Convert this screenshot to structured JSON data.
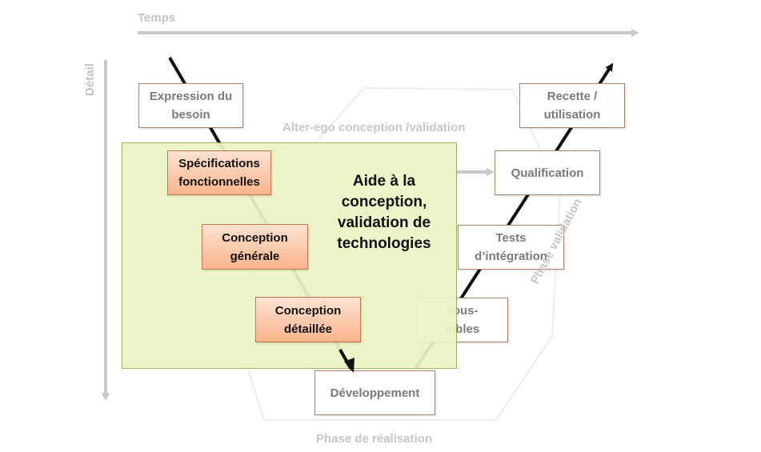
{
  "axes": {
    "time_label": "Temps",
    "detail_label": "Détail"
  },
  "phases": {
    "alter_ego": "Alter-ego conception /validation",
    "validation": "Phase validation",
    "realisation": "Phase de réalisation"
  },
  "boxes": {
    "expression": "Expression du\nbesoin",
    "specifications": "Spécifications\nfonctionnelles",
    "conception_generale": "Conception\ngénérale",
    "conception_detaillee": "Conception\ndétaillée",
    "developpement": "Développement",
    "sous_ensembles_partial": "sous-\nmbles",
    "tests_integration": "Tests\nd’intégration",
    "qualification": "Qualification",
    "recette": "Recette /\nutilisation"
  },
  "overlay": {
    "aide": "Aide à la\nconception,\nvalidation de\ntechnologies"
  },
  "colors": {
    "green_zone": "#ebf4c4",
    "orange_box": "#f9b48c",
    "axis": "#c8c8c8"
  }
}
